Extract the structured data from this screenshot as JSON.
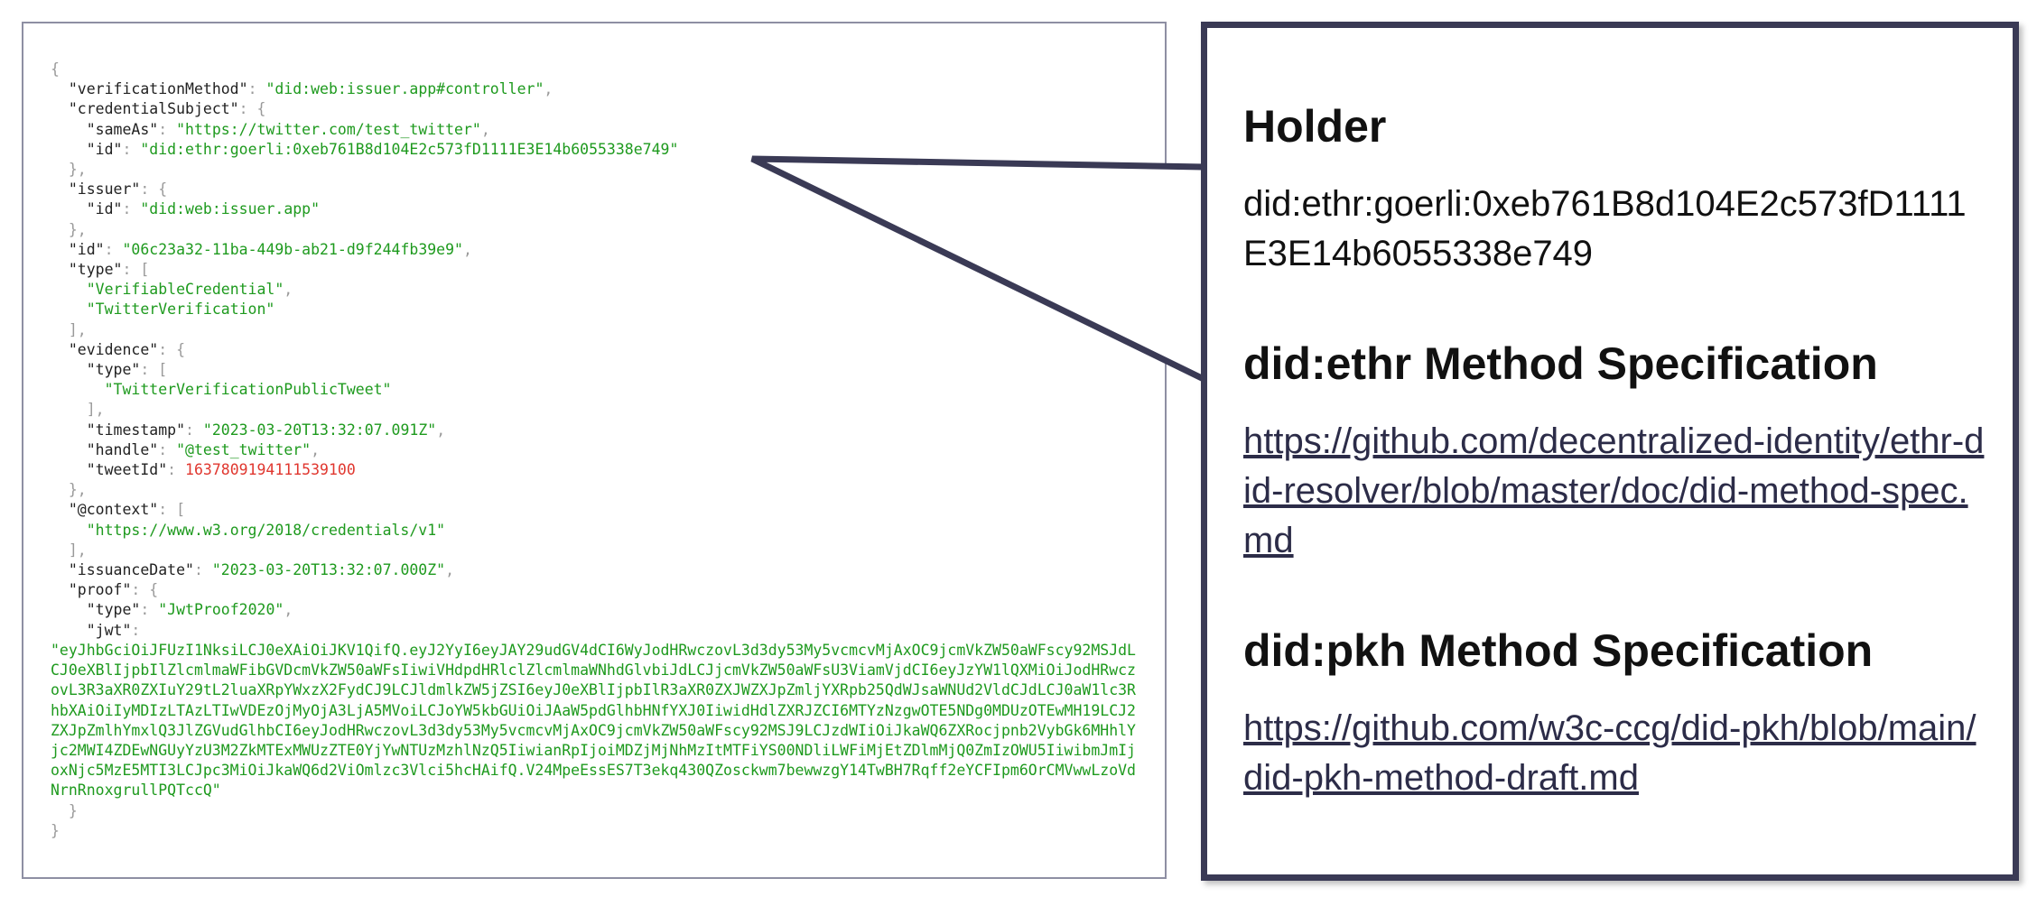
{
  "code": {
    "verificationMethod_key": "\"verificationMethod\"",
    "verificationMethod_val": "\"did:web:issuer.app#controller\"",
    "credentialSubject_key": "\"credentialSubject\"",
    "sameAs_key": "\"sameAs\"",
    "sameAs_val": "\"https://twitter.com/test_twitter\"",
    "cs_id_key": "\"id\"",
    "cs_id_val": "\"did:ethr:goerli:0xeb761B8d104E2c573fD1111E3E14b6055338e749\"",
    "issuer_key": "\"issuer\"",
    "issuer_id_key": "\"id\"",
    "issuer_id_val": "\"did:web:issuer.app\"",
    "id_key": "\"id\"",
    "id_val": "\"06c23a32-11ba-449b-ab21-d9f244fb39e9\"",
    "type_key": "\"type\"",
    "type_val1": "\"VerifiableCredential\"",
    "type_val2": "\"TwitterVerification\"",
    "evidence_key": "\"evidence\"",
    "ev_type_key": "\"type\"",
    "ev_type_val": "\"TwitterVerificationPublicTweet\"",
    "timestamp_key": "\"timestamp\"",
    "timestamp_val": "\"2023-03-20T13:32:07.091Z\"",
    "handle_key": "\"handle\"",
    "handle_val": "\"@test_twitter\"",
    "tweetId_key": "\"tweetId\"",
    "tweetId_val": "1637809194111539100",
    "context_key": "\"@context\"",
    "context_val": "\"https://www.w3.org/2018/credentials/v1\"",
    "issuanceDate_key": "\"issuanceDate\"",
    "issuanceDate_val": "\"2023-03-20T13:32:07.000Z\"",
    "proof_key": "\"proof\"",
    "proof_type_key": "\"type\"",
    "proof_type_val": "\"JwtProof2020\"",
    "jwt_key": "\"jwt\"",
    "jwt_val": "\"eyJhbGciOiJFUzI1NksiLCJ0eXAiOiJKV1QifQ.eyJ2YyI6eyJAY29udGV4dCI6WyJodHRwczovL3d3dy53My5vcmcvMjAxOC9jcmVkZW50aWFscy92MSJdLCJ0eXBlIjpbIlZlcmlmaWFibGVDcmVkZW50aWFsIiwiVHdpdHRlclZlcmlmaWNhdGlvbiJdLCJjcmVkZW50aWFsU3ViamVjdCI6eyJzYW1lQXMiOiJodHRwczovL3R3aXR0ZXIuY29tL2luaXRpYWxzX2FydCJ9LCJldmlkZW5jZSI6eyJ0eXBlIjpbIlR3aXR0ZXJWZXJpZmljYXRpb25QdWJsaWNUd2VldCJdLCJ0aW1lc3RhbXAiOiIyMDIzLTAzLTIwVDEzOjMyOjA3LjA5MVoiLCJoYW5kbGUiOiJAaW5pdGlhbHNfYXJ0IiwidHdlZXRJZCI6MTYzNzgwOTE5NDg0MDUzOTEwMH19LCJ2ZXJpZmlhYmxlQ3JlZGVudGlhbCI6eyJodHRwczovL3d3dy53My5vcmcvMjAxOC9jcmVkZW50aWFscy92MSJ9LCJzdWIiOiJkaWQ6ZXRocjpnb2VybGk6MHhlYjc2MWI4ZDEwNGUyYzU3M2ZkMTExMWUzZTE0YjYwNTUzMzhlNzQ5IiwianRpIjoiMDZjMjNhMzItMTFiYS00NDliLWFiMjEtZDlmMjQ0ZmIzOWU5IiwibmJmIjoxNjc5MzE5MTI3LCJpc3MiOiJkaWQ6d2ViOmlzc3Vlci5hcHAifQ.V24MpeEssES7T3ekq430QZosckwm7bewwzgY14TwBH7Rqff2eYCFIpm6OrCMVwwLzoVdNrnRnoxgrullPQTccQ\""
  },
  "info": {
    "holder_title": "Holder",
    "holder_value": "did:ethr:goerli:0xeb761B8d104E2c573fD1111E3E14b6055338e749",
    "ethr_title": "did:ethr Method Specification",
    "ethr_link": "https://github.com/decentralized-identity/ethr-did-resolver/blob/master/doc/did-method-spec.md",
    "pkh_title": "did:pkh Method Specification",
    "pkh_link": "https://github.com/w3c-ccg/did-pkh/blob/main/did-pkh-method-draft.md"
  },
  "colors": {
    "code_string": "#1e9a1e",
    "code_number": "#e0372f",
    "code_punct": "#9a9a9a",
    "panel_border": "#3a3a55"
  }
}
